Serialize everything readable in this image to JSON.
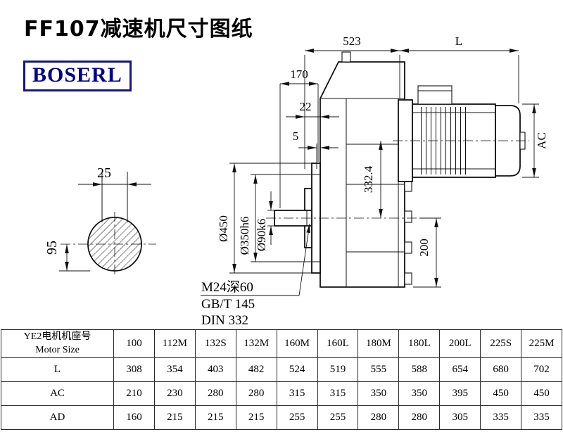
{
  "page": {
    "title": "FF107减速机尺寸图纸"
  },
  "logo": {
    "text": "BOSERL"
  },
  "drawing": {
    "top_dims": {
      "d523": "523",
      "dL": "L",
      "d170": "170",
      "d22": "22",
      "d5": "5"
    },
    "right_dims": {
      "dAC": "AC",
      "d200": "200"
    },
    "center_dims": {
      "d332": "332.4"
    },
    "left_view": {
      "d25": "25",
      "d95": "95"
    },
    "diameters": {
      "d450": "Ø450",
      "d350": "Ø350h6",
      "d90": "Ø90k6"
    },
    "notes": {
      "thread": "M24深60",
      "std1": "GB/T 145",
      "std2": "DIN 332"
    }
  },
  "table": {
    "header": {
      "line1": "YE2电机机座号",
      "line2": "Motor Size"
    },
    "columns": [
      "100",
      "112M",
      "132S",
      "132M",
      "160M",
      "160L",
      "180M",
      "180L",
      "200L",
      "225S",
      "225M"
    ],
    "rows": [
      {
        "label": "L",
        "values": [
          "308",
          "354",
          "403",
          "482",
          "524",
          "519",
          "555",
          "588",
          "654",
          "680",
          "702"
        ]
      },
      {
        "label": "AC",
        "values": [
          "210",
          "230",
          "280",
          "280",
          "315",
          "315",
          "350",
          "350",
          "395",
          "450",
          "450"
        ]
      },
      {
        "label": "AD",
        "values": [
          "160",
          "215",
          "215",
          "215",
          "255",
          "255",
          "280",
          "280",
          "305",
          "335",
          "335"
        ]
      }
    ]
  }
}
